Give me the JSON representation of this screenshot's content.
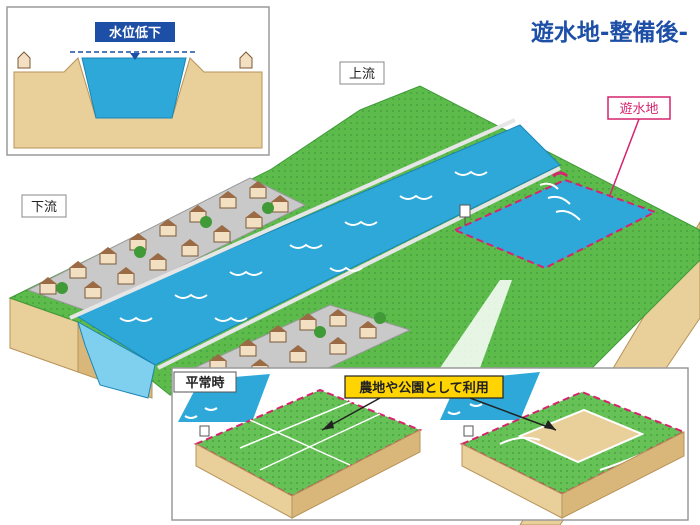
{
  "title": "遊水地-整備後-",
  "labels": {
    "water_level_drop": "水位低下",
    "upstream": "上流",
    "downstream": "下流",
    "retention_basin": "遊水地",
    "normal_times": "平常時",
    "usage": "農地や公園として利用"
  },
  "colors": {
    "title": "#1d4fa6",
    "river": "#2ea8d8",
    "river_light": "#7fd0ee",
    "grass": "#5dbb4c",
    "grass_dark": "#3f9a37",
    "soil": "#e9cf9a",
    "soil_dark": "#c9a66a",
    "basin_border": "#d6246e",
    "callout_fill": "#ffd400",
    "inset_label_bg": "#1d4fa6"
  },
  "icons": [
    "house-icon",
    "tree-icon",
    "gauge-post-icon",
    "arrow-down-icon"
  ]
}
